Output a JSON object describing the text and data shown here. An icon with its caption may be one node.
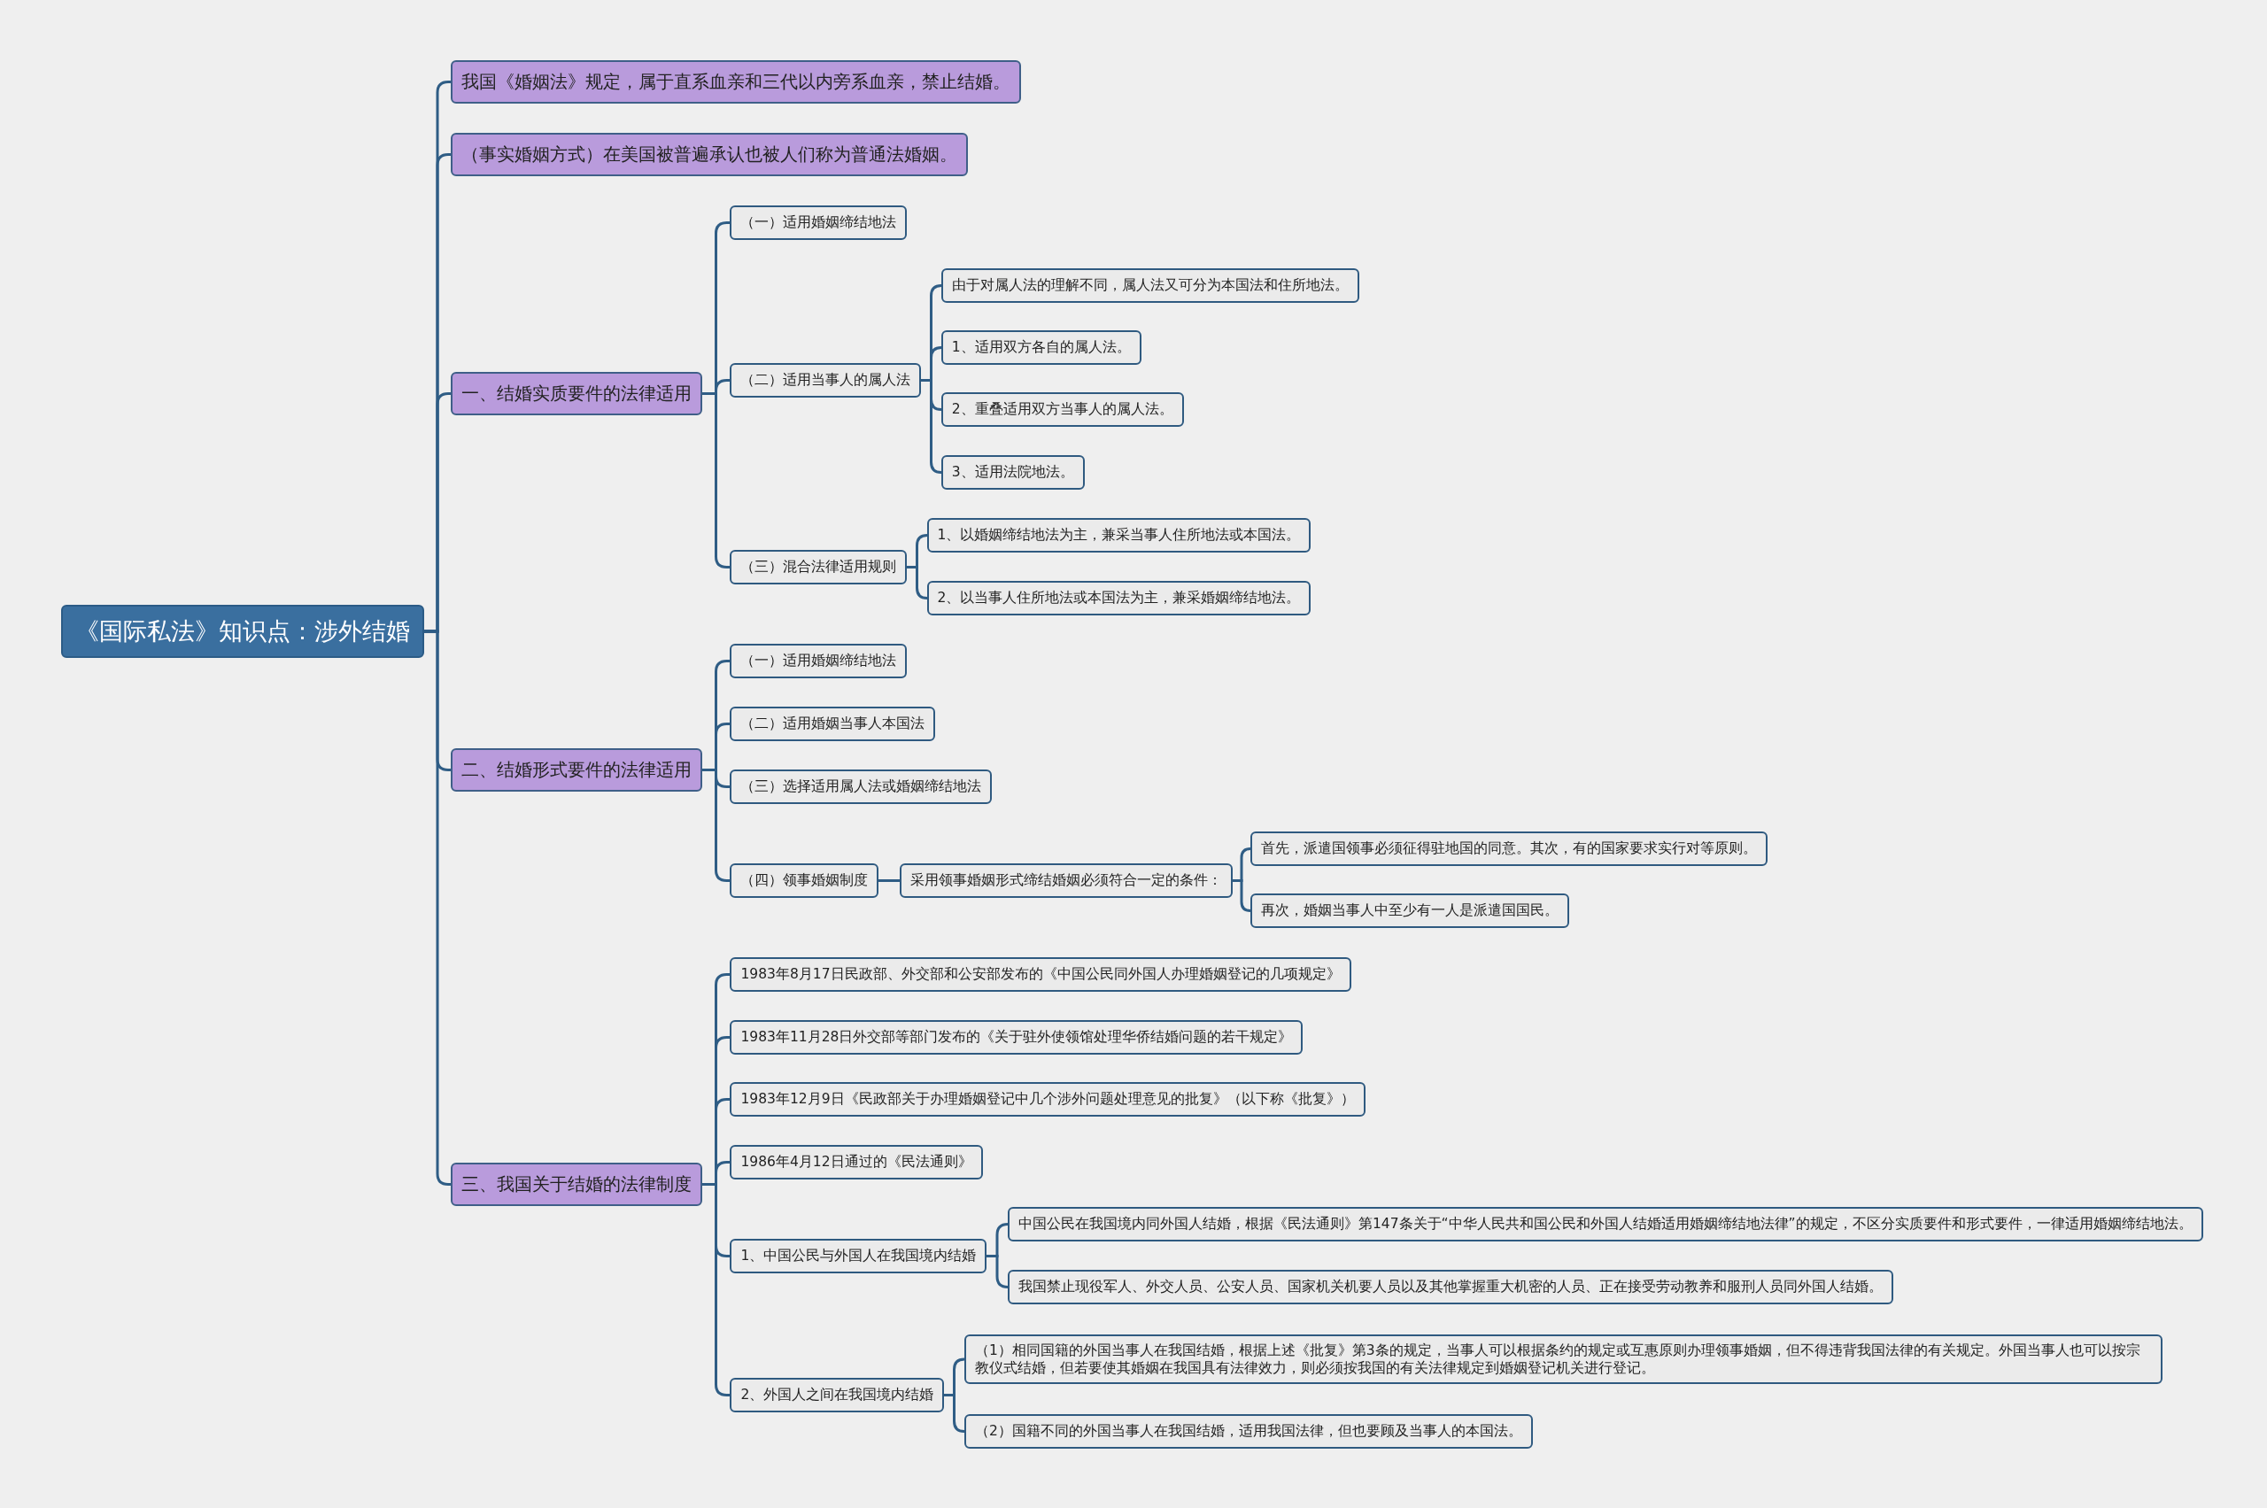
{
  "diagram": {
    "nodes": [
      {
        "text": [
          "《国际私法》知识点：涉外结婚"
        ]
      },
      {
        "text": [
          "我国《婚姻法》规定，属于直系血亲和三代以内旁系血亲，禁止结婚。"
        ]
      },
      {
        "text": [
          "（事实婚姻方式）在美国被普遍承认也被人们称为普通法婚姻。"
        ]
      },
      {
        "text": [
          "一、结婚实质要件的法律适用"
        ]
      },
      {
        "text": [
          "（一）适用婚姻缔结地法"
        ]
      },
      {
        "text": [
          "（二）适用当事人的属人法"
        ]
      },
      {
        "text": [
          "由于对属人法的理解不同，属人法又可分为本国法和住所地法。"
        ]
      },
      {
        "text": [
          "1、适用双方各自的属人法。"
        ]
      },
      {
        "text": [
          "2、重叠适用双方当事人的属人法。"
        ]
      },
      {
        "text": [
          "3、适用法院地法。"
        ]
      },
      {
        "text": [
          "（三）混合法律适用规则"
        ]
      },
      {
        "text": [
          "1、以婚姻缔结地法为主，兼采当事人住所地法或本国法。"
        ]
      },
      {
        "text": [
          "2、以当事人住所地法或本国法为主，兼采婚姻缔结地法。"
        ]
      },
      {
        "text": [
          "二、结婚形式要件的法律适用"
        ]
      },
      {
        "text": [
          "（一）适用婚姻缔结地法"
        ]
      },
      {
        "text": [
          "（二）适用婚姻当事人本国法"
        ]
      },
      {
        "text": [
          "（三）选择适用属人法或婚姻缔结地法"
        ]
      },
      {
        "text": [
          "（四）领事婚姻制度"
        ]
      },
      {
        "text": [
          "采用领事婚姻形式缔结婚姻必须符合一定的条件："
        ]
      },
      {
        "text": [
          "首先，派遣国领事必须征得驻地国的同意。其次，有的国家要求实行对等原则。"
        ]
      },
      {
        "text": [
          "再次，婚姻当事人中至少有一人是派遣国国民。"
        ]
      },
      {
        "text": [
          "三、我国关于结婚的法律制度"
        ]
      },
      {
        "text": [
          "1983年8月17日民政部、外交部和公安部发布的《中国公民同外国人办理婚姻登记的几项规定》"
        ]
      },
      {
        "text": [
          "1983年11月28日外交部等部门发布的《关于驻外使领馆处理华侨结婚问题的若干规定》"
        ]
      },
      {
        "text": [
          "1983年12月9日《民政部关于办理婚姻登记中几个涉外问题处理意见的批复》（以下称《批复》）"
        ]
      },
      {
        "text": [
          "1986年4月12日通过的《民法通则》"
        ]
      },
      {
        "text": [
          "1、中国公民与外国人在我国境内结婚"
        ]
      },
      {
        "text": [
          "中国公民在我国境内同外国人结婚，根据《民法通则》第147条关于“中华人民共和国公民和外国人结婚适用婚姻缔结地法律”的规定，不区分实质要件和形式要件，一律适用婚姻缔结地法。"
        ]
      },
      {
        "text": [
          "我国禁止现役军人、外交人员、公安人员、国家机关机要人员以及其他掌握重大机密的人员、正在接受劳动教养和服刑人员同外国人结婚。"
        ]
      },
      {
        "text": [
          "2、外国人之间在我国境内结婚"
        ]
      },
      {
        "text": [
          "（1）相同国籍的外国当事人在我国结婚，根据上述《批复》第3条的规定，当事人可以根据条约的规定或互惠原则办理领事婚姻，但不得违背我国法律的有关规定。外国当事人也可以按宗教仪式结婚，但若要使其婚姻在我国具有法律效力，则必须按我国的有关法律规定到婚姻登记机关进行登记。"
        ]
      },
      {
        "text": [
          "（2）国籍不同的外国当事人在我国结婚，适用我国法律，但也要顾及当事人的本国法。"
        ]
      }
    ],
    "edges": [
      {
        "from": 0,
        "to": 1,
        "arrow": "none"
      },
      {
        "from": 0,
        "to": 2,
        "arrow": "none"
      },
      {
        "from": 0,
        "to": 3,
        "arrow": "none"
      },
      {
        "from": 0,
        "to": 13,
        "arrow": "none"
      },
      {
        "from": 0,
        "to": 21,
        "arrow": "none"
      },
      {
        "from": 3,
        "to": 4,
        "arrow": "none"
      },
      {
        "from": 3,
        "to": 5,
        "arrow": "none"
      },
      {
        "from": 3,
        "to": 10,
        "arrow": "none"
      },
      {
        "from": 5,
        "to": 6,
        "arrow": "none"
      },
      {
        "from": 5,
        "to": 7,
        "arrow": "none"
      },
      {
        "from": 5,
        "to": 8,
        "arrow": "none"
      },
      {
        "from": 5,
        "to": 9,
        "arrow": "none"
      },
      {
        "from": 10,
        "to": 11,
        "arrow": "none"
      },
      {
        "from": 10,
        "to": 12,
        "arrow": "none"
      },
      {
        "from": 13,
        "to": 14,
        "arrow": "none"
      },
      {
        "from": 13,
        "to": 15,
        "arrow": "none"
      },
      {
        "from": 13,
        "to": 16,
        "arrow": "none"
      },
      {
        "from": 13,
        "to": 17,
        "arrow": "none"
      },
      {
        "from": 17,
        "to": 18,
        "arrow": "none"
      },
      {
        "from": 18,
        "to": 19,
        "arrow": "none"
      },
      {
        "from": 18,
        "to": 20,
        "arrow": "none"
      },
      {
        "from": 21,
        "to": 22,
        "arrow": "none"
      },
      {
        "from": 21,
        "to": 23,
        "arrow": "none"
      },
      {
        "from": 21,
        "to": 24,
        "arrow": "none"
      },
      {
        "from": 21,
        "to": 25,
        "arrow": "none"
      },
      {
        "from": 21,
        "to": 26,
        "arrow": "none"
      },
      {
        "from": 21,
        "to": 29,
        "arrow": "none"
      },
      {
        "from": 26,
        "to": 27,
        "arrow": "none"
      },
      {
        "from": 26,
        "to": 28,
        "arrow": "none"
      },
      {
        "from": 29,
        "to": 30,
        "arrow": "none"
      },
      {
        "from": 29,
        "to": 31,
        "arrow": "none"
      }
    ]
  }
}
